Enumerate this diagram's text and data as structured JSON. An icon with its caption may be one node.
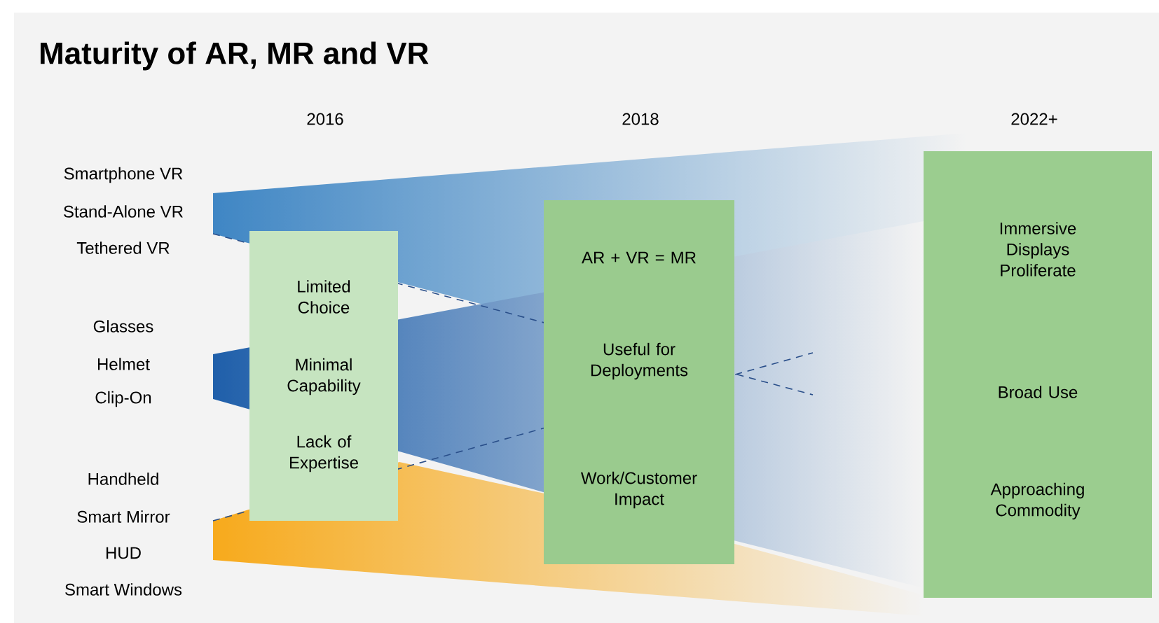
{
  "diagram": {
    "title": "Maturity of AR, MR and VR",
    "nodes": [
      {
        "text": [
          "Limited Choice",
          "Minimal Capability",
          "Lack of Expertise"
        ]
      },
      {
        "text": [
          "AR + VR = MR",
          "Useful for Deployments",
          "Work/Customer Impact"
        ]
      },
      {
        "text": [
          "Immersive Displays Proliferate",
          "Broad Use",
          "Approaching Commodity"
        ]
      }
    ],
    "labels": [
      "2016",
      "2018",
      "2022+",
      "Smartphone VR",
      "Stand-Alone VR",
      "Tethered VR",
      "Glasses",
      "Helmet",
      "Clip-On",
      "Handheld",
      "Smart Mirror",
      "HUD",
      "Smart Windows"
    ]
  }
}
